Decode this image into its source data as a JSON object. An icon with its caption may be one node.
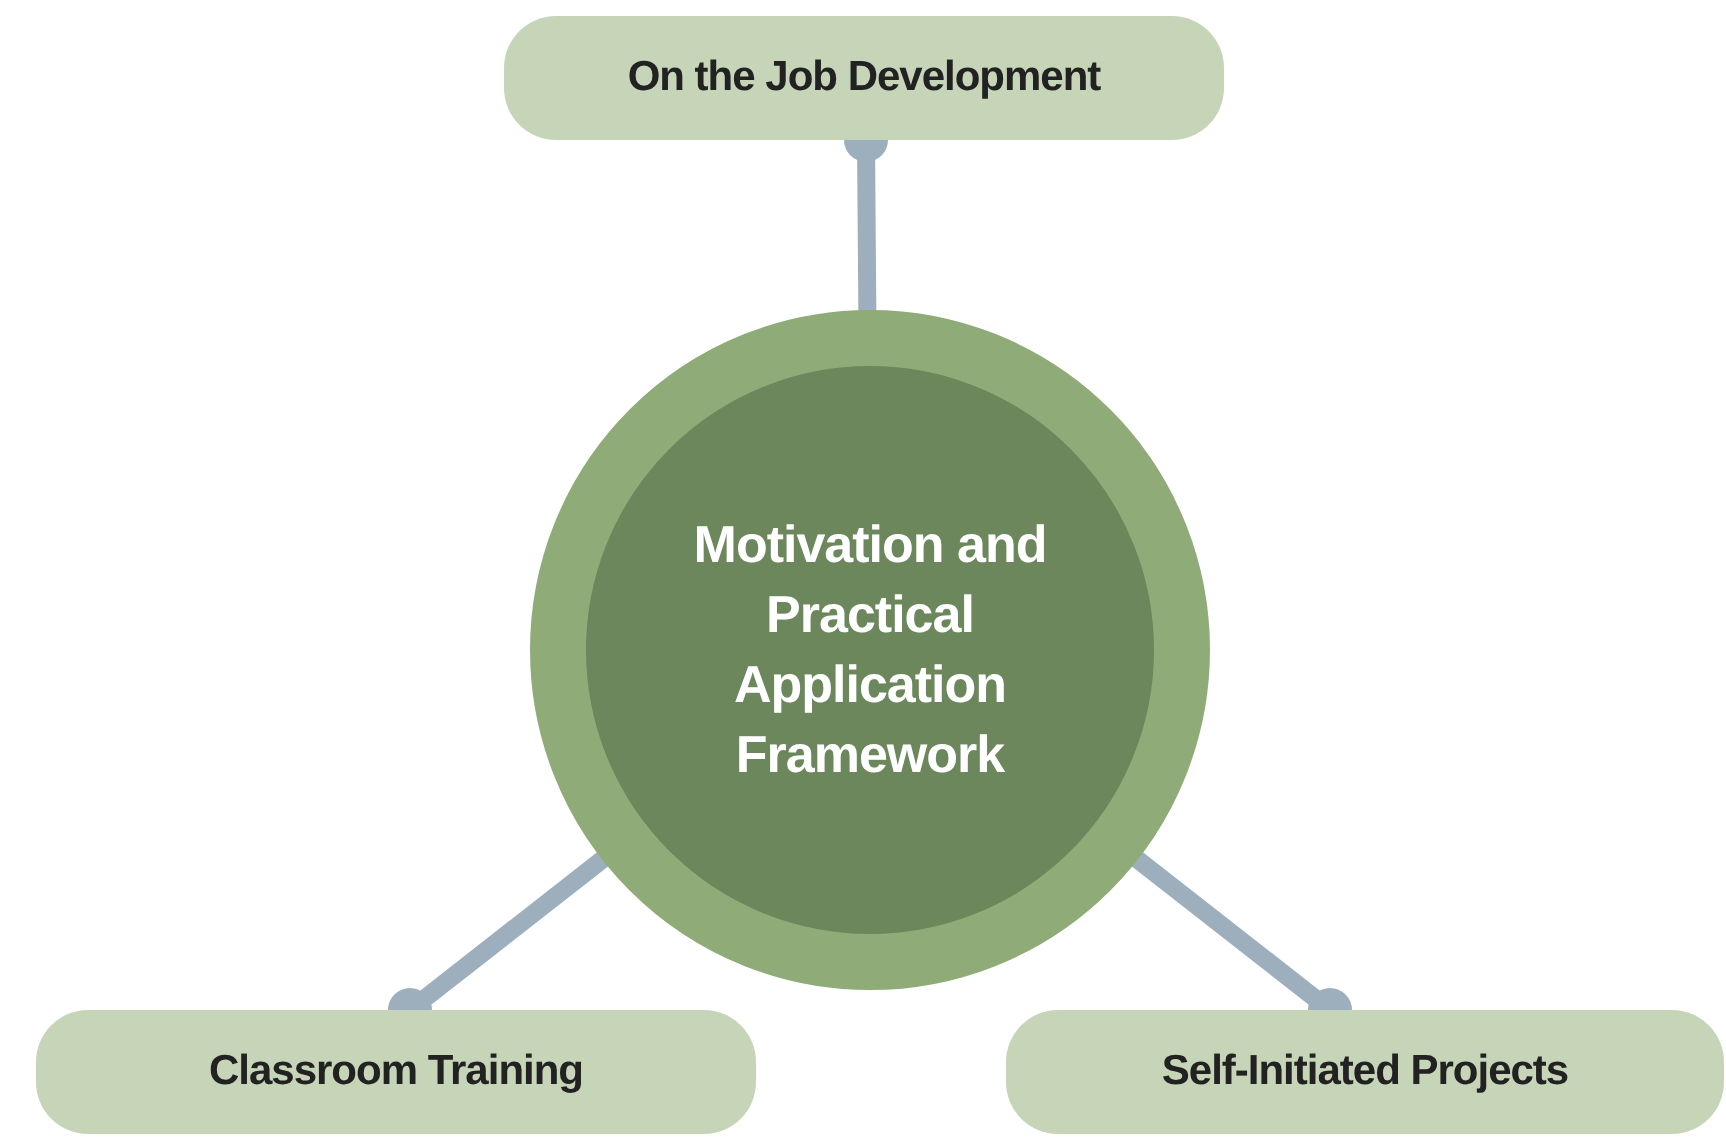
{
  "diagram": {
    "nodes": [
      {
        "text": [
          "On the Job Development"
        ]
      },
      {
        "text": [
          "Motivation and Practical Application Framework"
        ]
      },
      {
        "text": [
          "Classroom Training"
        ]
      },
      {
        "text": [
          "Self-Initiated Projects"
        ]
      }
    ],
    "edges": [
      {
        "from": 1,
        "to": 0,
        "arrow": "other"
      },
      {
        "from": 1,
        "to": 2,
        "arrow": "other"
      },
      {
        "from": 1,
        "to": 3,
        "arrow": "other"
      }
    ]
  }
}
